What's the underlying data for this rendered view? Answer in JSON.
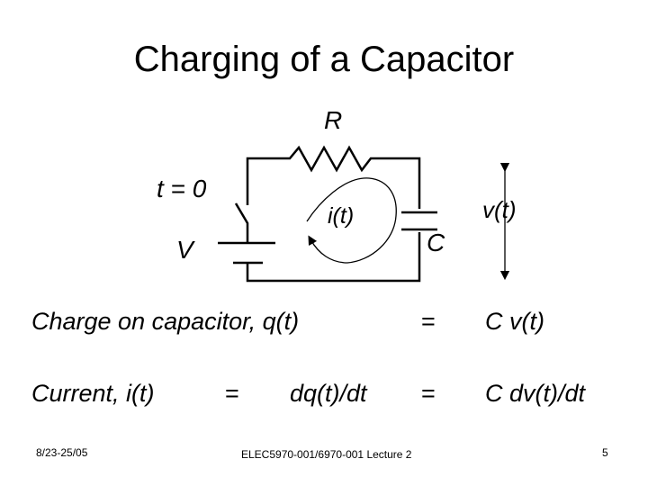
{
  "slide": {
    "title": "Charging of a Capacitor"
  },
  "circuit": {
    "resistor_label": "R",
    "switch_label": "t = 0",
    "source_label": "V",
    "current_label": "i(t)",
    "capacitor_label": "C",
    "voltage_label": "v(t)"
  },
  "equations": {
    "row1": {
      "lhs": "Charge on capacitor, q(t)",
      "eq": "=",
      "rhs": "C v(t)"
    },
    "row2": {
      "lhs": "Current, i(t)",
      "eq1": "=",
      "mid": "dq(t)/dt",
      "eq2": "=",
      "rhs": "C dv(t)/dt"
    }
  },
  "footer": {
    "date": "8/23-25/05",
    "course": "ELEC5970-001/6970-001 Lecture 2",
    "page": "5"
  }
}
